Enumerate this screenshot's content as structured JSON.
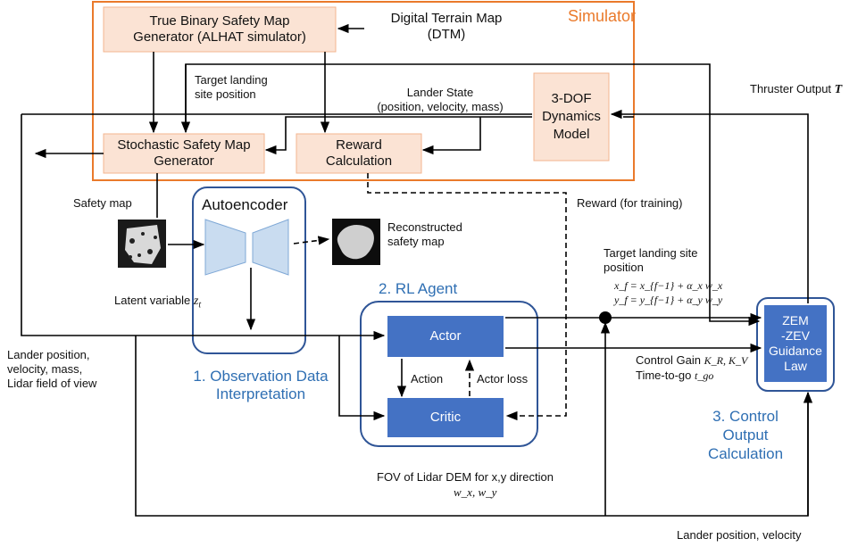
{
  "simulator": {
    "title": "Simulator",
    "true_binary_map": [
      "True Binary Safety Map",
      "Generator (ALHAT simulator)"
    ],
    "dtm": [
      "Digital Terrain Map",
      "(DTM)"
    ],
    "stochastic_map": [
      "Stochastic Safety Map",
      "Generator"
    ],
    "reward_calc": [
      "Reward",
      "Calculation"
    ],
    "dynamics": [
      "3-DOF",
      "Dynamics",
      "Model"
    ]
  },
  "labels": {
    "target_landing": [
      "Target landing",
      "site position"
    ],
    "lander_state": [
      "Lander State",
      "(position, velocity, mass)"
    ],
    "thruster_output": "Thruster Output",
    "thruster_symbol": "T",
    "safety_map": "Safety map",
    "reward_training": "Reward (for training)",
    "reconstructed": [
      "Reconstructed",
      "safety map"
    ],
    "latent_variable": "Latent variable",
    "latent_symbol": "z",
    "latent_sub": "t",
    "target_site_pos": [
      "Target  landing site",
      "position"
    ],
    "xf_eq": "x_f = x_{f−1} + α_x w_x",
    "yf_eq": "y_f = y_{f−1} + α_y w_y",
    "lander_info": [
      "Lander position,",
      "velocity, mass,",
      "Lidar field of view"
    ],
    "control_gain": "Control Gain",
    "control_gain_sym": "K_R, K_V",
    "time_to_go": "Time-to-go",
    "time_to_go_sym": "t_go",
    "action": "Action",
    "actor_loss": "Actor loss",
    "fov_lidar": "FOV of Lidar DEM for x,y direction",
    "fov_sym": "w_x, w_y",
    "lander_pos_vel": "Lander position, velocity"
  },
  "autoencoder": {
    "title": "Autoencoder"
  },
  "rl_agent": {
    "title": "2. RL Agent",
    "actor": "Actor",
    "critic": "Critic"
  },
  "observation": {
    "title": [
      "1. Observation Data",
      "Interpretation"
    ]
  },
  "control": {
    "title": [
      "3. Control",
      "Output",
      "Calculation"
    ],
    "guidance": [
      "ZEM",
      "-ZEV",
      "Guidance",
      "Law"
    ]
  },
  "colors": {
    "orange": "#ea7a2b",
    "peach_fill": "#fbe3d4",
    "blue_border": "#2f5597",
    "blue_fill": "#4472c4",
    "blue_text": "#2f6fb3",
    "light_blue": "#c9dcf0"
  }
}
